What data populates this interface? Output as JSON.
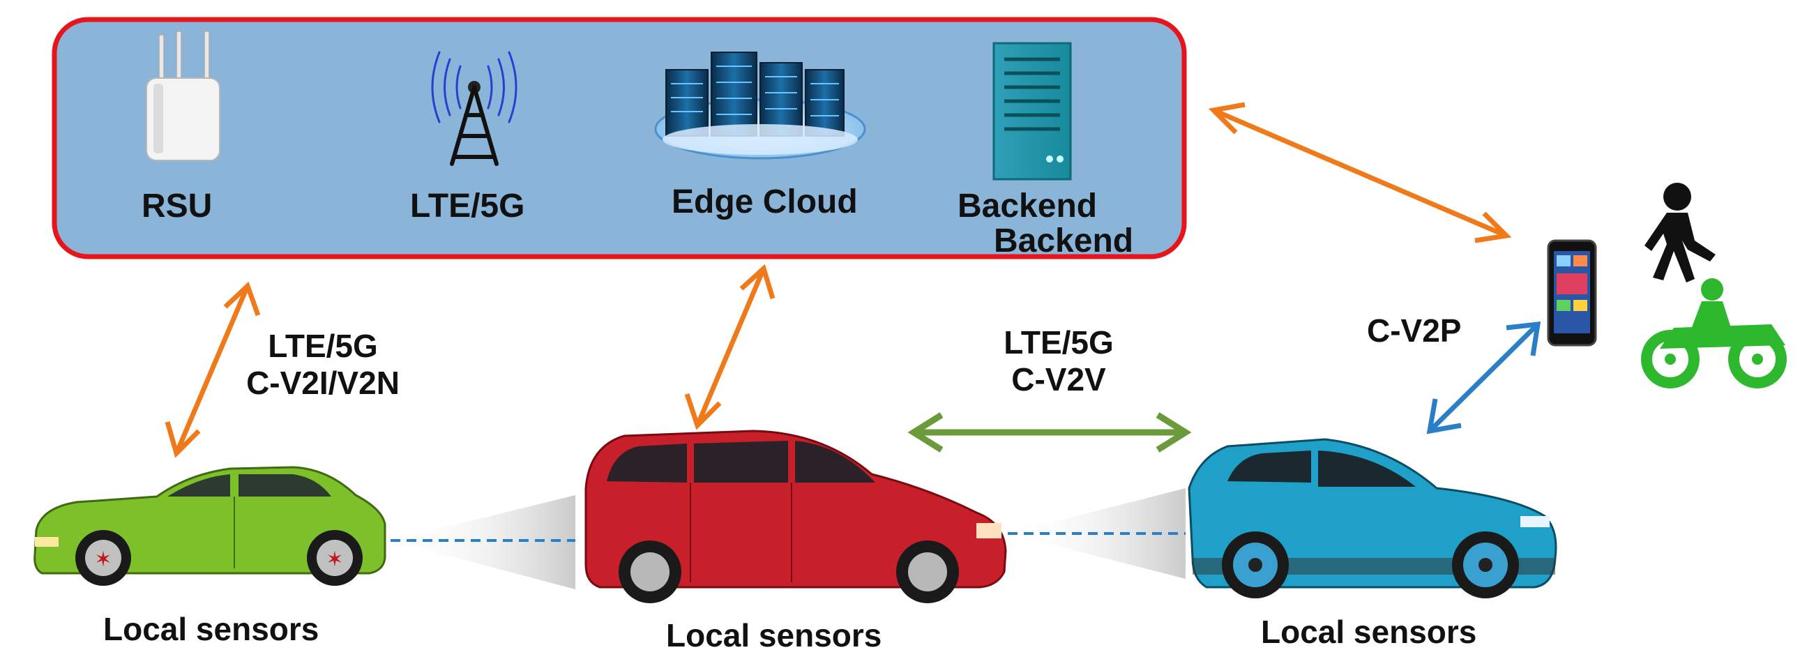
{
  "infrastructure": {
    "items": [
      {
        "icon": "rsu-device-icon",
        "label": "RSU"
      },
      {
        "icon": "cell-tower-icon",
        "label": "LTE/5G"
      },
      {
        "icon": "edge-cloud-servers-icon",
        "label": "Edge Cloud"
      },
      {
        "icon": "backend-server-icon",
        "label": "Backend"
      }
    ],
    "duplicate_label": "Backend",
    "frame_color": "#e8141c",
    "fill_color": "#8ab4d8"
  },
  "links": {
    "v2i": {
      "line1": "LTE/5G",
      "line2": "C-V2I/V2N",
      "color": "#f07a1a"
    },
    "v2v": {
      "line1": "LTE/5G",
      "line2": "C-V2V",
      "color": "#6a9a3a"
    },
    "v2p": {
      "line1": "C-V2P",
      "color": "#2a7fc8"
    }
  },
  "vehicles": [
    {
      "icon": "green-sedan-icon",
      "label": "Local sensors",
      "color": "#7ec02a"
    },
    {
      "icon": "red-minivan-icon",
      "label": "Local sensors",
      "color": "#c8202a"
    },
    {
      "icon": "blue-suv-icon",
      "label": "Local sensors",
      "color": "#1ea0c8"
    }
  ],
  "pedestrians": {
    "icons": [
      "smartphone-icon",
      "walking-person-icon",
      "motorcyclist-icon"
    ],
    "motorcycle_color": "#2db82d"
  }
}
